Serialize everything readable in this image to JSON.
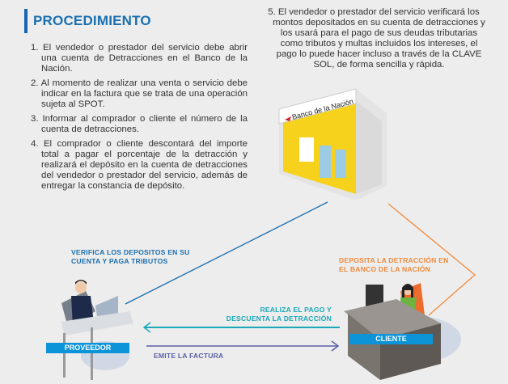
{
  "title": "PROCEDIMIENTO",
  "steps": [
    "1. El vendedor o prestador del servicio debe abrir una cuenta de Detracciones en el Banco de la Nación.",
    "2. Al momento de realizar una venta o servicio debe indicar en la factura que se trata de una operación sujeta al SPOT.",
    "3. Informar al comprador o cliente el número de la cuenta de detracciones.",
    "4. El comprador o cliente descontará del importe total a pagar el porcentaje de la detracción y realizará el depósito en la cuenta de detracciones del vendedor o prestador del servicio, además de entregar la constancia de depósito.",
    "5. El vendedor o prestador del servicio verificará los montos depositados en su cuenta de detracciones y los usará para el pago de sus deudas tributarias como tributos y multas incluidos los intereses, el pago lo puede hacer incluso a través de la CLAVE SOL, de forma sencilla y rápida."
  ],
  "bank_sign": "Banco de la Nación",
  "labels": {
    "verifica": "VERIFICA LOS DEPOSITOS EN SU CUENTA Y PAGA TRIBUTOS",
    "deposita": "DEPOSITA LA DETRACCIÓN EN EL BANCO DE LA NACIÓN",
    "realiza": "REALIZA EL PAGO Y DESCUENTA LA DETRACCIÓN",
    "emite": "EMITE LA FACTURA",
    "proveedor": "PROVEEDOR",
    "cliente": "CLIENTE"
  },
  "colors": {
    "blue": "#1a6fb0",
    "orange": "#f08a3c",
    "cyan": "#1ba8b8",
    "purple": "#5b5ea6",
    "tag": "#0d93d8"
  }
}
